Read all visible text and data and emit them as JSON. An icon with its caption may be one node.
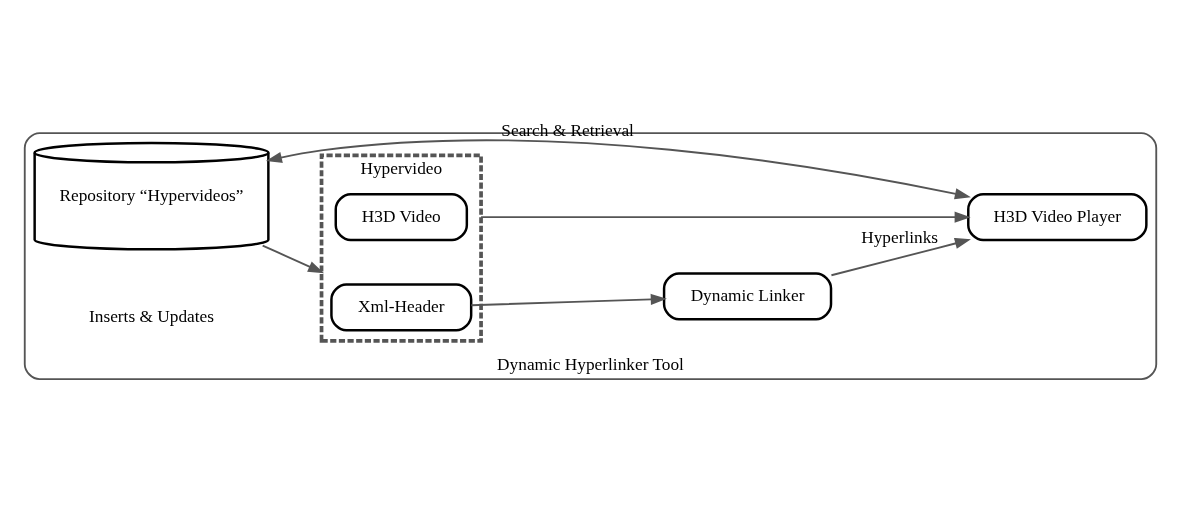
{
  "diagram": {
    "nodes": [
      {
        "text": [
          "Dynamic Hyperlinker Tool"
        ]
      },
      {
        "text": [
          "Repository “Hypervideos”"
        ],
        "in": 0
      },
      {
        "text": [
          "Hypervideo"
        ],
        "in": 0
      },
      {
        "text": [
          "Xml-Header"
        ],
        "in": 2
      },
      {
        "text": [
          "H3D Video"
        ],
        "in": 2
      },
      {
        "text": [
          "Dynamic Linker"
        ],
        "in": 0
      },
      {
        "text": [
          "H3D Video Player"
        ],
        "in": 0
      }
    ],
    "edges": [
      {
        "from": 1,
        "to": 2,
        "arrow": "to"
      },
      {
        "from": 3,
        "to": 5,
        "arrow": "to"
      },
      {
        "from": 2,
        "to": 6,
        "arrow": "to"
      },
      {
        "from": 5,
        "to": 6,
        "arrow": "to",
        "label": "Hyperlinks"
      },
      {
        "from": 1,
        "to": 6,
        "arrow": "both",
        "label": "Search & Retrieval"
      }
    ],
    "labels": [
      "Inserts & Updates"
    ]
  }
}
